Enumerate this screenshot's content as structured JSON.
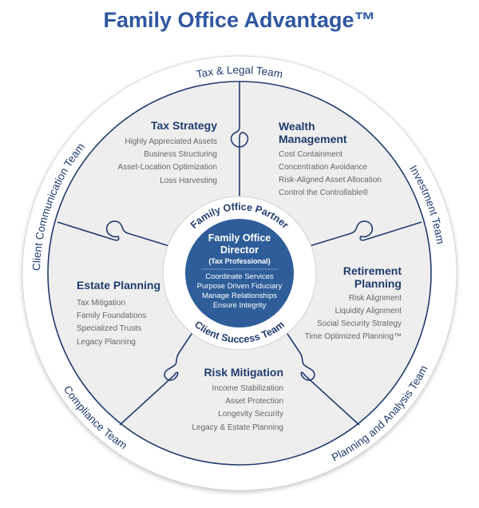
{
  "title": "Family Office Advantage™",
  "outer_ring": {
    "tax_legal": "Tax & Legal Team",
    "investment": "Investment Team",
    "planning_analysis": "Planning and Analysis Team",
    "compliance": "Compliance Team",
    "client_communication": "Client Communication Team"
  },
  "center": {
    "arc_top": "Family Office Partner",
    "arc_bottom": "Client Success Team",
    "title_line1": "Family Office",
    "title_line2": "Director",
    "subtitle": "(Tax Professional)",
    "items": [
      "Coordinate Services",
      "Purpose Driven Fiduciary",
      "Manage Relationships",
      "Ensure Integrity"
    ]
  },
  "sections": {
    "tax_strategy": {
      "title": "Tax Strategy",
      "items": [
        "Highly Appreciated Assets",
        "Business Structuring",
        "Asset-Location Optimization",
        "Loss Harvesting"
      ]
    },
    "wealth_management": {
      "title_line1": "Wealth",
      "title_line2": "Management",
      "items": [
        "Cost Containment",
        "Concentration Avoidance",
        "Risk-Aligned Asset Allocation",
        "Control the Controllable®"
      ]
    },
    "retirement_planning": {
      "title_line1": "Retirement",
      "title_line2": "Planning",
      "items": [
        "Risk Alignment",
        "Liquidity Alignment",
        "Social Security Strategy",
        "Time Optimized Planning™"
      ]
    },
    "risk_mitigation": {
      "title": "Risk Mitigation",
      "items": [
        "Income Stabilization",
        "Asset Protection",
        "Longevity Security",
        "Legacy & Estate Planning"
      ]
    },
    "estate_planning": {
      "title": "Estate Planning",
      "items": [
        "Tax Mitigation",
        "Family Foundations",
        "Specialized Trusts",
        "Legacy Planning"
      ]
    }
  },
  "colors": {
    "navy": "#1f3c6e",
    "title_blue": "#2f56a0",
    "center_fill": "#2e5d99",
    "puzzle_fill": "#eeeeee",
    "ring_fill": "#ffffff"
  }
}
